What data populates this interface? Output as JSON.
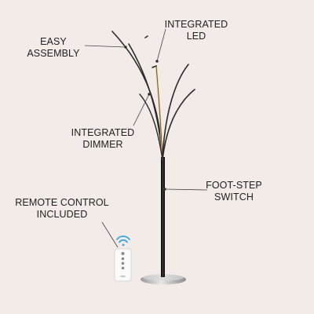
{
  "callouts": {
    "easy_assembly": {
      "line1": "EASY",
      "line2": "ASSEMBLY"
    },
    "integrated_led": {
      "line1": "INTEGRATED",
      "line2": "LED"
    },
    "integrated_dimmer": {
      "line1": "INTEGRATED",
      "line2": "DIMMER"
    },
    "foot_step_switch": {
      "line1": "FOOT-STEP",
      "line2": "SWITCH"
    },
    "remote_control": {
      "line1": "REMOTE CONTROL",
      "line2": "INCLUDED"
    }
  },
  "product_icons": {
    "lamp": "floor-lamp-icon",
    "remote": "remote-control-icon",
    "signal": "wifi-signal-icon"
  },
  "colors": {
    "background": "#f2ebe8",
    "lamp_pole": "#1c1c1c",
    "lamp_arms": "#2a2a2a",
    "led_glow": "#f3d9a0",
    "base": "#c9c9c9",
    "signal": "#38a6de"
  }
}
